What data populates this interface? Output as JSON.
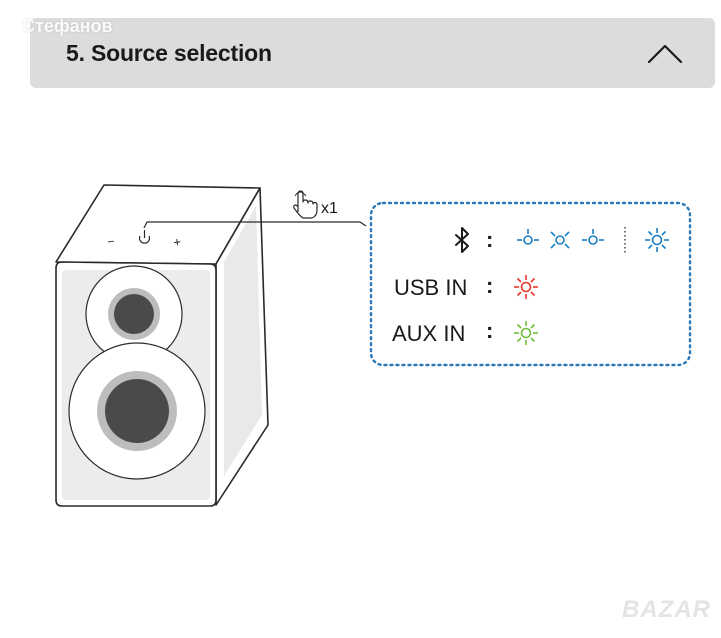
{
  "watermark": {
    "user": "Стефанов",
    "brand": "BAZAR"
  },
  "section": {
    "title": "5. Source selection",
    "collapse_icon": "chevron-up-icon"
  },
  "speaker": {
    "button_minus": "−",
    "button_plus": "+",
    "power_icon": "power-icon"
  },
  "press": {
    "icon": "hand-press-icon",
    "count": "x1"
  },
  "sources": [
    {
      "name": "bluetooth",
      "icon": "bluetooth-icon",
      "label": "",
      "separator": ":",
      "indicator_color": "#1a7fc4",
      "pattern": [
        "flash",
        "off",
        "flash",
        "divider",
        "on"
      ]
    },
    {
      "name": "usb",
      "label": "USB IN",
      "separator": ":",
      "indicator_color": "#e8352e",
      "pattern": [
        "on"
      ]
    },
    {
      "name": "aux",
      "label": "AUX IN",
      "separator": ":",
      "indicator_color": "#6fbf3a",
      "pattern": [
        "on"
      ]
    }
  ]
}
